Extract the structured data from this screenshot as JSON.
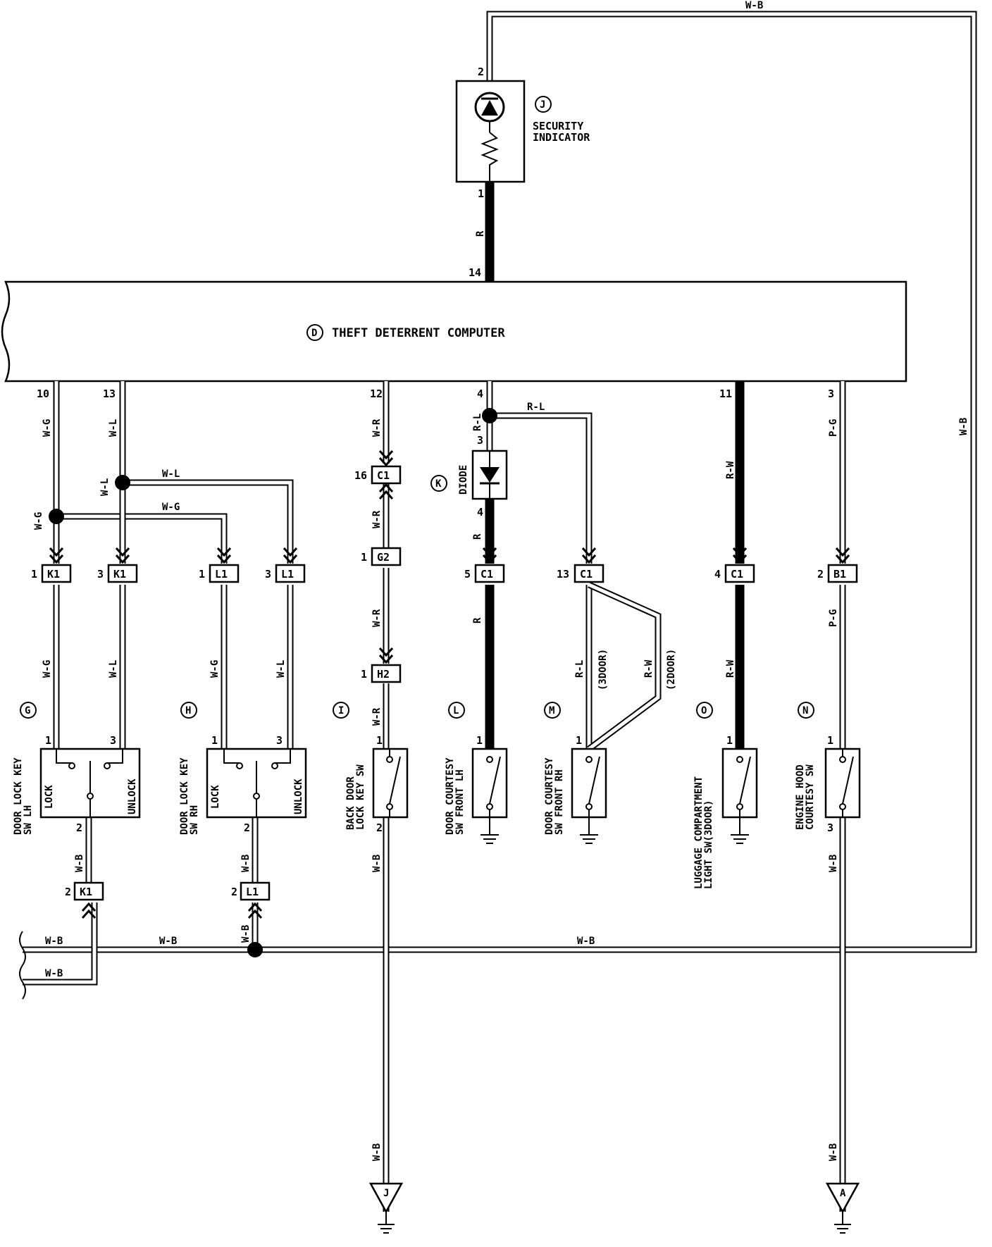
{
  "computer": {
    "badge": "D",
    "title": "THEFT DETERRENT COMPUTER"
  },
  "indicator": {
    "badge": "J",
    "line1": "SECURITY",
    "line2": "INDICATOR",
    "pin_top": "2",
    "pin_bottom": "1",
    "pin_ecu": "14",
    "wire_top": "W-B",
    "wire_bottom": "R"
  },
  "wire_colors": {
    "wg": "W-G",
    "wl": "W-L",
    "wr": "W-R",
    "rl": "R-L",
    "r": "R",
    "rw": "R-W",
    "pg": "P-G",
    "wb": "W-B",
    "rl3": "R-L",
    "rw2": "R-W",
    "door3": "(3DOOR)",
    "door2": "(2DOOR)"
  },
  "ecu_pins": {
    "p10": "10",
    "p13": "13",
    "p12": "12",
    "p4": "4",
    "p11": "11",
    "p3": "3"
  },
  "connectors": {
    "k1a": {
      "pin": "1",
      "name": "K1"
    },
    "k1b": {
      "pin": "3",
      "name": "K1"
    },
    "l1a": {
      "pin": "1",
      "name": "L1"
    },
    "l1b": {
      "pin": "3",
      "name": "L1"
    },
    "c1_16": {
      "pin": "16",
      "name": "C1"
    },
    "g2": {
      "pin": "1",
      "name": "G2"
    },
    "h2": {
      "pin": "1",
      "name": "H2"
    },
    "c1_5": {
      "pin": "5",
      "name": "C1"
    },
    "c1_13": {
      "pin": "13",
      "name": "C1"
    },
    "c1_4": {
      "pin": "4",
      "name": "C1"
    },
    "b1": {
      "pin": "2",
      "name": "B1"
    },
    "k1c": {
      "pin": "2",
      "name": "K1"
    },
    "l1c": {
      "pin": "2",
      "name": "L1"
    }
  },
  "diode": {
    "badge": "K",
    "label": "DIODE",
    "pin_in": "3",
    "pin_out": "4"
  },
  "switches": {
    "g": {
      "badge": "G",
      "line1": "DOOR LOCK KEY",
      "line2": "SW LH",
      "lock": "LOCK",
      "unlock": "UNLOCK",
      "pin1": "1",
      "pin3": "3",
      "pin2": "2"
    },
    "h": {
      "badge": "H",
      "line1": "DOOR LOCK KEY",
      "line2": "SW RH",
      "lock": "LOCK",
      "unlock": "UNLOCK",
      "pin1": "1",
      "pin3": "3",
      "pin2": "2"
    },
    "i": {
      "badge": "I",
      "line1": "BACK DOOR",
      "line2": "LOCK KEY SW",
      "pin1": "1",
      "pin2": "2"
    },
    "l": {
      "badge": "L",
      "line1": "DOOR COURTESY",
      "line2": "SW FRONT LH",
      "pin1": "1"
    },
    "m": {
      "badge": "M",
      "line1": "DOOR COURTESY",
      "line2": "SW FRONT RH",
      "pin1": "1"
    },
    "o": {
      "badge": "O",
      "line1": "LUGGAGE COMPARTMENT",
      "line2": "LIGHT SW(3DOOR)",
      "pin1": "1"
    },
    "n": {
      "badge": "N",
      "line1": "ENGINE HOOD",
      "line2": "COURTESY SW",
      "pin1": "1",
      "pin3": "3"
    }
  },
  "grounds": {
    "j": "J",
    "a": "A"
  }
}
